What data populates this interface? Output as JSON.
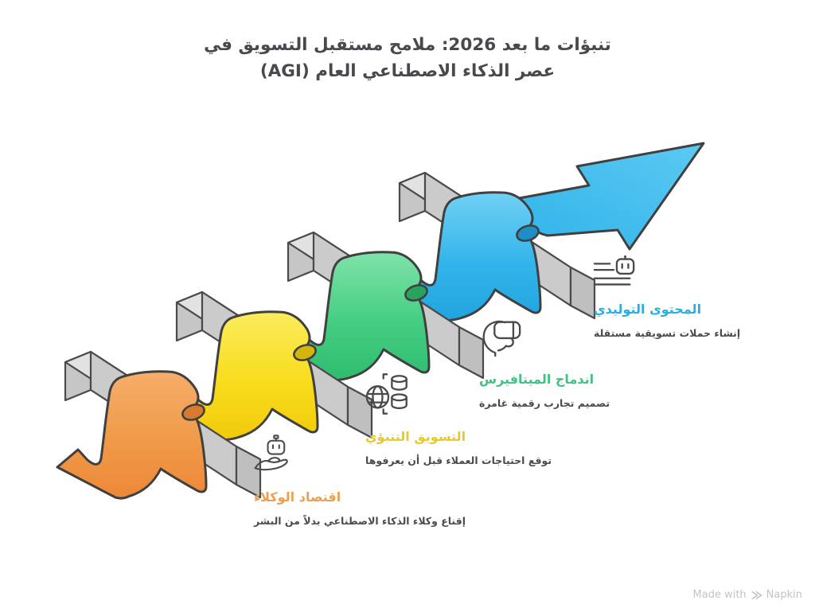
{
  "page_title": {
    "line1": "تنبؤات ما بعد 2026: ملامح مستقبل التسويق في",
    "line2": "عصر الذكاء الاصطناعي العام (AGI)"
  },
  "stages": [
    {
      "name": "agent-economy",
      "icon": "hand-robot-icon",
      "title": "اقتصاد الوكلاء",
      "description": "إقناع وكلاء الذكاء الاصطناعي بدلاً من البشر",
      "colors": {
        "light": "#F6AE6B",
        "base": "#F09A48",
        "deep": "#ED8838",
        "curl": "#D9782F",
        "label": "#E9A053"
      }
    },
    {
      "name": "predictive-marketing",
      "icon": "globe-database-icon",
      "title": "التسويق التنبؤي",
      "description": "توقع احتياجات العملاء قبل أن يعرفوها",
      "colors": {
        "light": "#FBEC5D",
        "base": "#F8DC1C",
        "deep": "#F0CB0A",
        "curl": "#D4B50C",
        "label": "#E7C92E"
      }
    },
    {
      "name": "metaverse-integration",
      "icon": "vr-headset-icon",
      "title": "اندماج الميتافيرس",
      "description": "تصميم تجارب رقمية غامرة",
      "colors": {
        "light": "#7FE3A8",
        "base": "#44CD82",
        "deep": "#2FBC6F",
        "curl": "#27A35F",
        "label": "#42C282"
      }
    },
    {
      "name": "generative-content",
      "icon": "robot-document-icon",
      "title": "المحتوى التوليدي",
      "description": "إنشاء حملات تسويقية مستقلة",
      "colors": {
        "light": "#71D1F5",
        "base": "#33B4EA",
        "deep": "#21A4DE",
        "curl": "#1D8FC4",
        "label": "#27AEE4"
      }
    }
  ],
  "diagram": {
    "beam_top": "#E2E2E2",
    "beam_front": "#CBCBCB",
    "beam_cap": "#C6C6C6",
    "beam_cap_right": "#BFBFBF",
    "outline": "#404040",
    "arrow_start": "#2FB3E9",
    "arrow_end": "#5CC9F3"
  },
  "footer": {
    "made_with": "Made with",
    "brand": "Napkin"
  }
}
